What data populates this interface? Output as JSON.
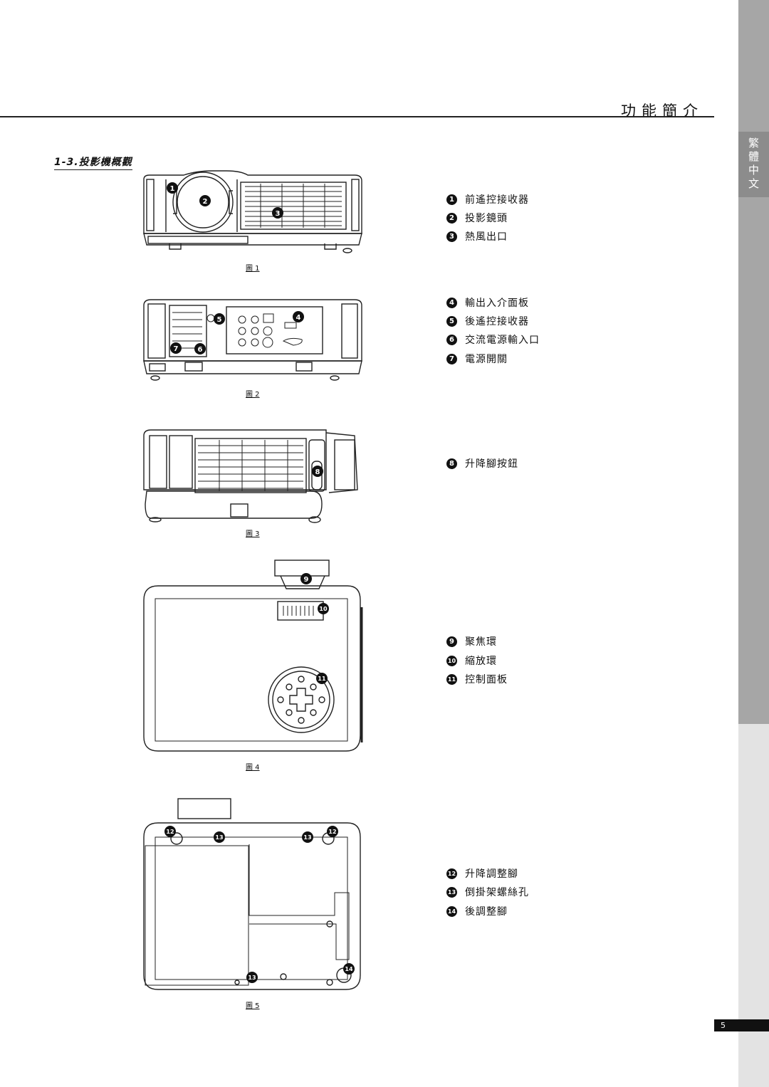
{
  "sidebar": {
    "language_tab": "繁\n體\n中\n文"
  },
  "header": {
    "title": "功能簡介"
  },
  "section": {
    "title": "1-3.投影機概觀"
  },
  "figures": [
    {
      "caption": "圖 1"
    },
    {
      "caption": "圖 2"
    },
    {
      "caption": "圖 3"
    },
    {
      "caption": "圖 4"
    },
    {
      "caption": "圖 5"
    }
  ],
  "legend": [
    {
      "num": "1",
      "label": "前遙控接收器"
    },
    {
      "num": "2",
      "label": "投影鏡頭"
    },
    {
      "num": "3",
      "label": "熱風出口"
    },
    {
      "num": "4",
      "label": "輸出入介面板"
    },
    {
      "num": "5",
      "label": "後遙控接收器"
    },
    {
      "num": "6",
      "label": "交流電源輸入口"
    },
    {
      "num": "7",
      "label": "電源開關"
    },
    {
      "num": "8",
      "label": "升降腳按鈕"
    },
    {
      "num": "9",
      "label": "聚焦環"
    },
    {
      "num": "10",
      "label": "縮放環"
    },
    {
      "num": "11",
      "label": "控制面板"
    },
    {
      "num": "12",
      "label": "升降調整腳"
    },
    {
      "num": "13",
      "label": "倒掛架螺絲孔"
    },
    {
      "num": "14",
      "label": "後調整腳"
    }
  ],
  "page_number": "5"
}
